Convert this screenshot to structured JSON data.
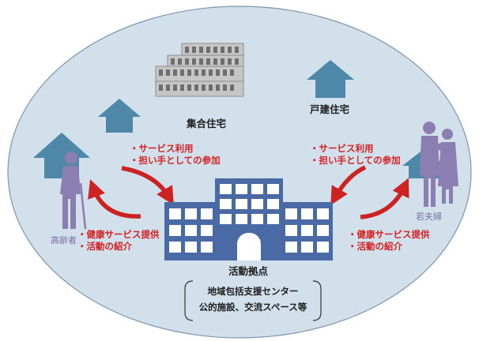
{
  "labels": {
    "apartment": "集合住宅",
    "detached": "戸建住宅",
    "hub": "活動拠点",
    "hub_desc_1": "地域包括支援センター",
    "hub_desc_2": "公的施設、交流スペース等",
    "elderly": "高齢者",
    "couple": "若夫婦"
  },
  "flows": {
    "left_top_1": "・サービス利用",
    "left_top_2": "・担い手としての参加",
    "right_top_1": "・サービス利用",
    "right_top_2": "・担い手としての参加",
    "left_bottom_1": "・健康サービス提供",
    "left_bottom_2": "・活動の紹介",
    "right_bottom_1": "・健康サービス提供",
    "right_bottom_2": "・活動の紹介"
  },
  "colors": {
    "ellipse_fill": "#d2e0ec",
    "house": "#4f87a8",
    "building": "#4a6aa5",
    "arrow": "#cc2222",
    "person": "#8a7fb0",
    "apartment": "#c6c6c6"
  },
  "icons": {
    "house": "house-icon",
    "apartment": "apartment-building-icon",
    "hub": "office-building-icon",
    "elderly": "elderly-person-icon",
    "couple": "couple-icon",
    "arrow": "curved-arrow-icon"
  }
}
